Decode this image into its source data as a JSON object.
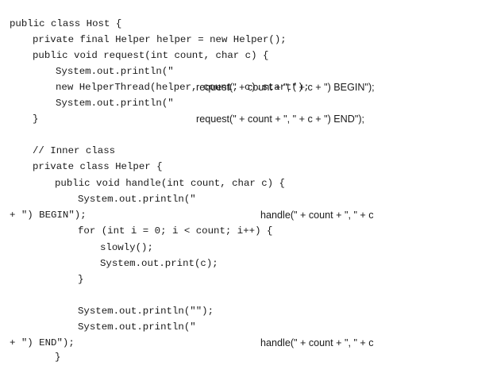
{
  "code_lines": [
    "public class Host {",
    "private final Helper helper = new Helper();",
    "public void request(int count, char c) {",
    "System.out.println(\"",
    "request(\" + count + \", \" + c + \") BEGIN\");",
    "new HelperThread(helper, count, c).start();",
    "System.out.println(\"",
    "request(\" + count + \", \" + c + \") END\");",
    "}",
    "// Inner class",
    "private class Helper {",
    "public void handle(int count, char c) {",
    "System.out.println(\"",
    "handle(\" + count + \", \" + c",
    "+ \") BEGIN\");",
    "for (int i = 0; i < count; i++) {",
    "slowly();",
    "System.out.print(c);",
    "}",
    "System.out.println(\"\");",
    "System.out.println(\"",
    "handle(\" + count + \", \" + c",
    "+ \") END\");",
    "}"
  ]
}
